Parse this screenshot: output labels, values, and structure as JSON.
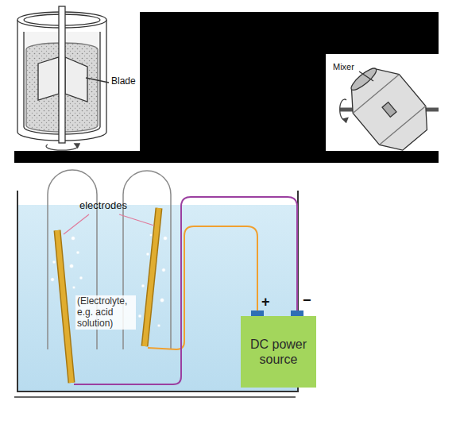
{
  "diagram": {
    "nodes": [
      {
        "text": [
          "DC power source"
        ]
      }
    ],
    "labels": [
      "Blade",
      "Mixer",
      "electrodes",
      "(Electrolyte, e.g. acid solution)",
      "+",
      "−"
    ]
  }
}
